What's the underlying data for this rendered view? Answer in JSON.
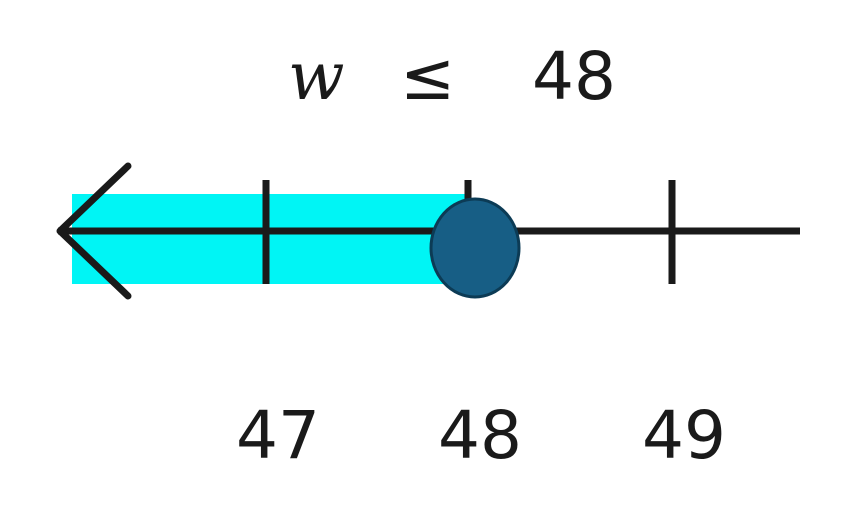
{
  "inequality": {
    "variable": "w",
    "operator": "≤",
    "value": "48"
  },
  "number_line": {
    "ticks": [
      47,
      48,
      49
    ],
    "tick_labels": [
      "47",
      "48",
      "49"
    ],
    "point_value": 48,
    "point_type": "closed",
    "shaded_direction": "left",
    "colors": {
      "shade": "#00f5f5",
      "point_fill": "#175e85",
      "point_stroke": "#0c3b55",
      "line": "#1a1a1a"
    }
  }
}
